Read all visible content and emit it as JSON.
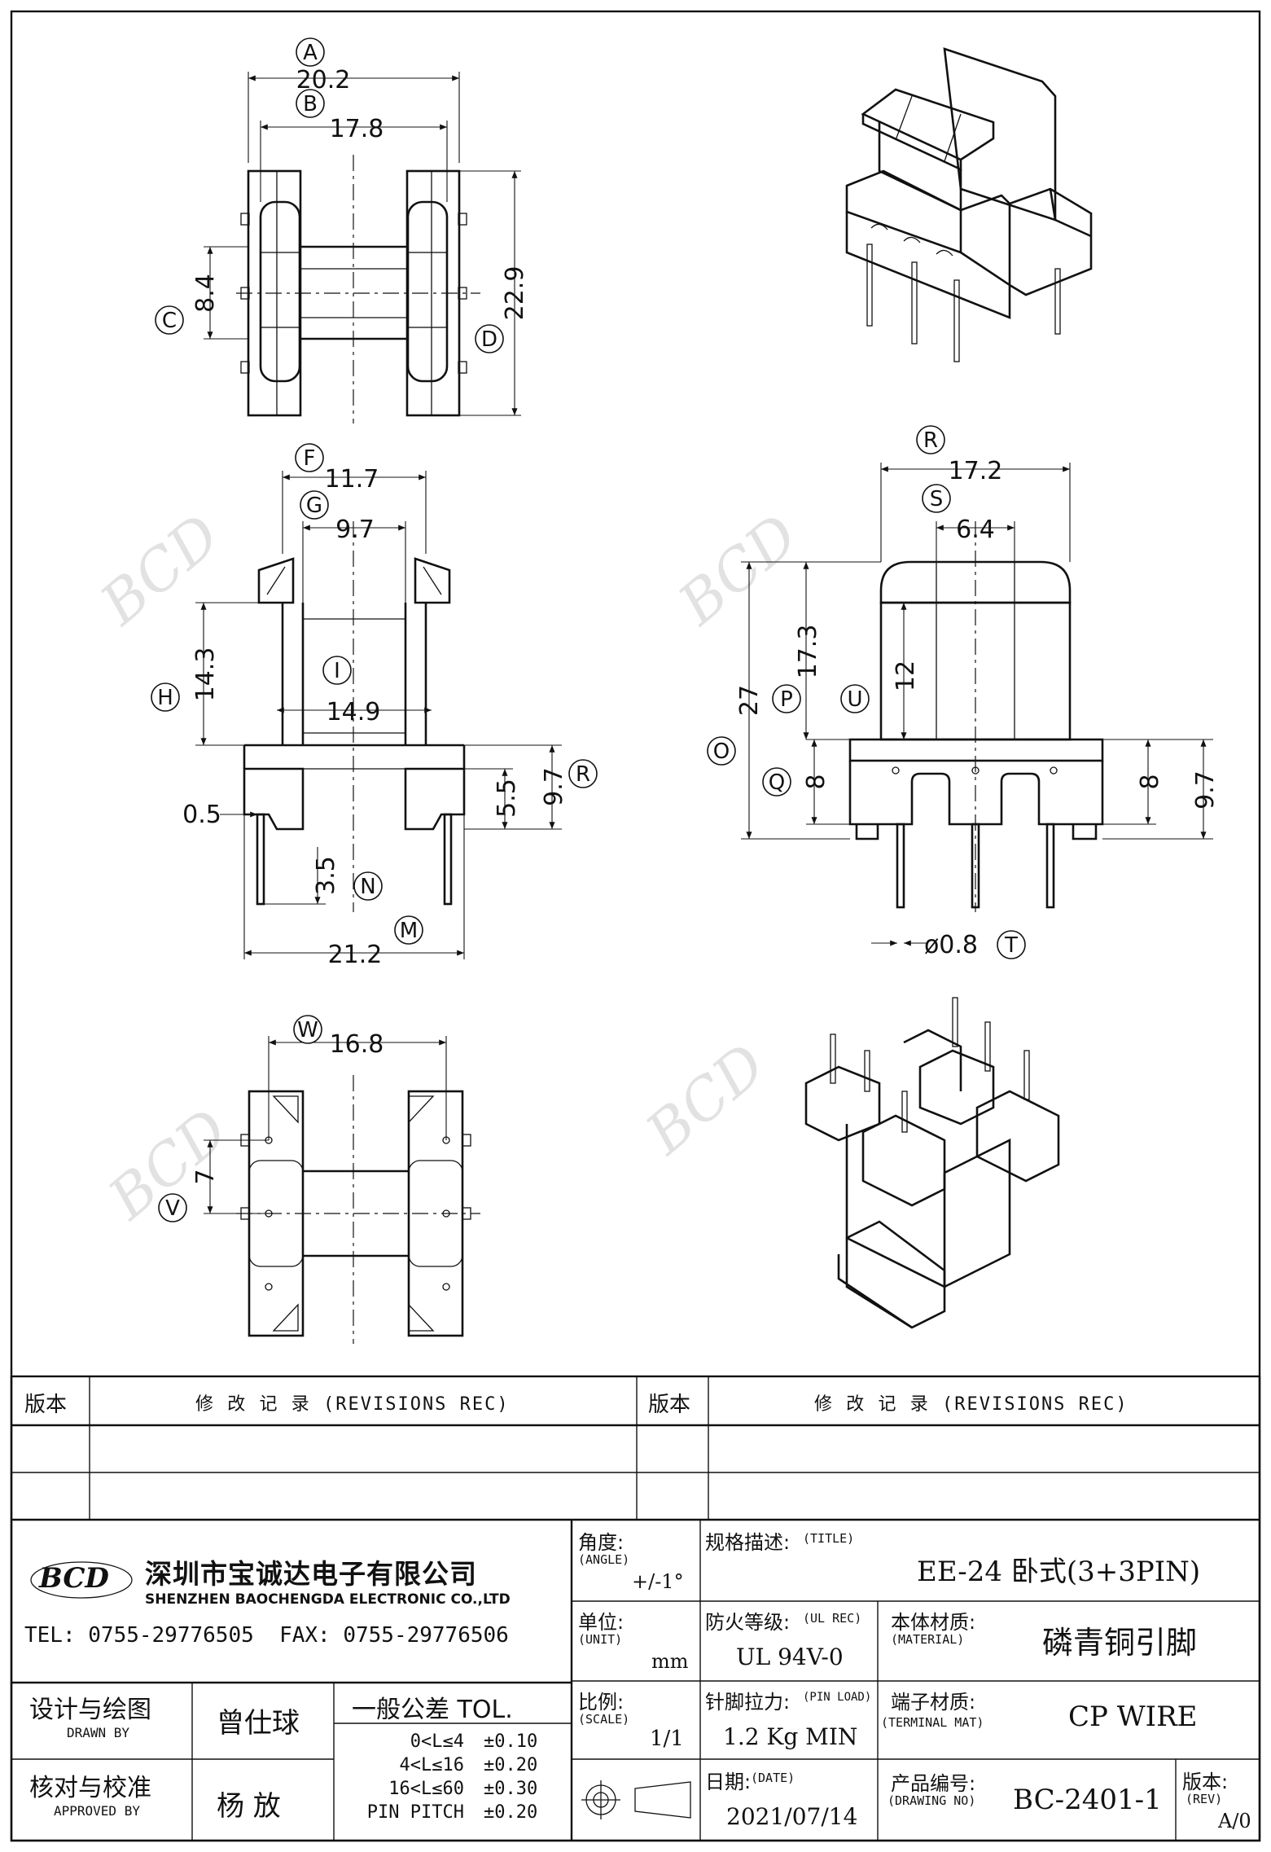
{
  "drawing": {
    "views": {
      "top": {
        "dims": {
          "A": "20.2",
          "B": "17.8",
          "C": "8.4",
          "D": "22.9"
        }
      },
      "front": {
        "dims": {
          "F": "11.7",
          "G": "9.7",
          "H": "14.3",
          "I": "14.9",
          "M": "21.2",
          "N": "3.5",
          "R": "9.7",
          "gap": "5.5",
          "pin_width": "0.5"
        }
      },
      "side": {
        "dims": {
          "R": "17.2",
          "S": "6.4",
          "O": "27",
          "P": "17.3",
          "U": "12",
          "Q": "8",
          "base": "8",
          "total": "9.7",
          "T": "ø0.8"
        }
      },
      "bottom": {
        "dims": {
          "W": "16.8",
          "V": "7"
        }
      }
    },
    "balloons": [
      "A",
      "B",
      "C",
      "D",
      "F",
      "G",
      "H",
      "I",
      "M",
      "N",
      "R",
      "O",
      "P",
      "Q",
      "S",
      "T",
      "U",
      "V",
      "W"
    ],
    "watermark": "BCD"
  },
  "title_block": {
    "revisions": {
      "col_ver": "版本",
      "col_rec": "修 改 记 录 (REVISIONS REC)"
    },
    "company": {
      "logo": "BCD",
      "name_cn": "深圳市宝诚达电子有限公司",
      "name_en": "SHENZHEN BAOCHENGDA ELECTRONIC CO.,LTD",
      "contact": "TEL: 0755-29776505  FAX: 0755-29776506"
    },
    "angle": {
      "label": "角度:",
      "label_en": "(ANGLE)",
      "value": "+/-1°"
    },
    "unit": {
      "label": "单位:",
      "label_en": "(UNIT)",
      "value": "mm"
    },
    "scale": {
      "label": "比例:",
      "label_en": "(SCALE)",
      "value": "1/1"
    },
    "title": {
      "label": "规格描述:",
      "label_en": "(TITLE)",
      "value": "EE-24 卧式(3+3PIN)"
    },
    "ul_rec": {
      "label": "防火等级:",
      "label_en": "(UL REC)",
      "value": "UL 94V-0"
    },
    "material": {
      "label": "本体材质:",
      "label_en": "(MATERIAL)",
      "value": "磷青铜引脚"
    },
    "pin_load": {
      "label": "针脚拉力:",
      "label_en": "(PIN LOAD)",
      "value": "1.2 Kg MIN"
    },
    "terminal": {
      "label": "端子材质:",
      "label_en": "(TERMINAL MAT)",
      "value": "CP WIRE"
    },
    "date": {
      "label": "日期:",
      "label_en": "(DATE)",
      "value": "2021/07/14"
    },
    "drawing_no": {
      "label": "产品编号:",
      "label_en": "(DRAWING NO)",
      "value": "BC-2401-1"
    },
    "rev": {
      "label": "版本:",
      "label_en": "(REV)",
      "value": "A/0"
    },
    "drawn_by": {
      "label": "设计与绘图",
      "label_en": "DRAWN BY",
      "value": "曾仕球"
    },
    "approved_by": {
      "label": "核对与校准",
      "label_en": "APPROVED BY",
      "value": "杨 放"
    },
    "tolerance": {
      "label": "一般公差 TOL.",
      "rows": [
        {
          "range": "0<L≤4",
          "tol": "±0.10"
        },
        {
          "range": "4<L≤16",
          "tol": "±0.20"
        },
        {
          "range": "16<L≤60",
          "tol": "±0.30"
        },
        {
          "range": "PIN PITCH",
          "tol": "±0.20"
        }
      ]
    }
  }
}
